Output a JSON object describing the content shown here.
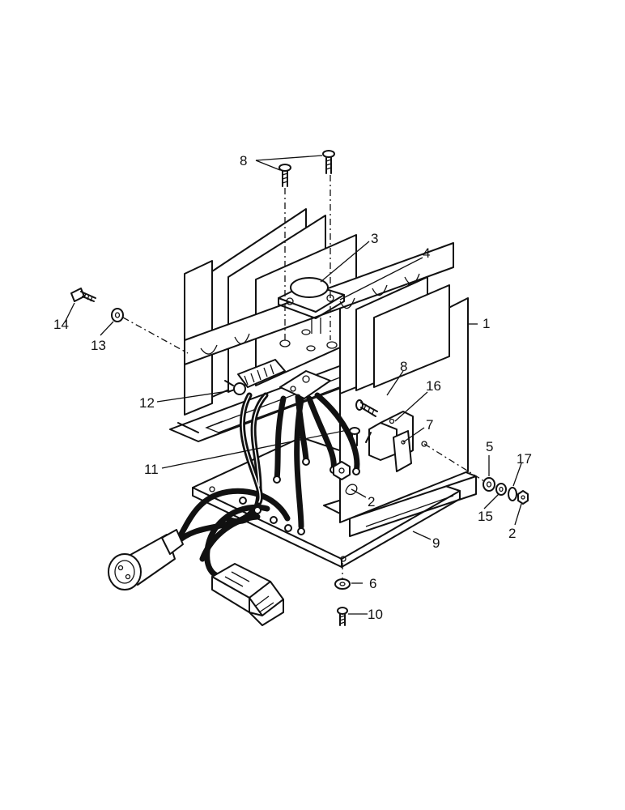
{
  "callouts": {
    "c1": "1",
    "c2a": "2",
    "c2b": "2",
    "c3": "3",
    "c4": "4",
    "c5": "5",
    "c6": "6",
    "c7": "7",
    "c8a": "8",
    "c8b": "8",
    "c9": "9",
    "c10": "10",
    "c11": "11",
    "c12": "12",
    "c13": "13",
    "c14": "14",
    "c15": "15",
    "c16": "16",
    "c17": "17"
  }
}
